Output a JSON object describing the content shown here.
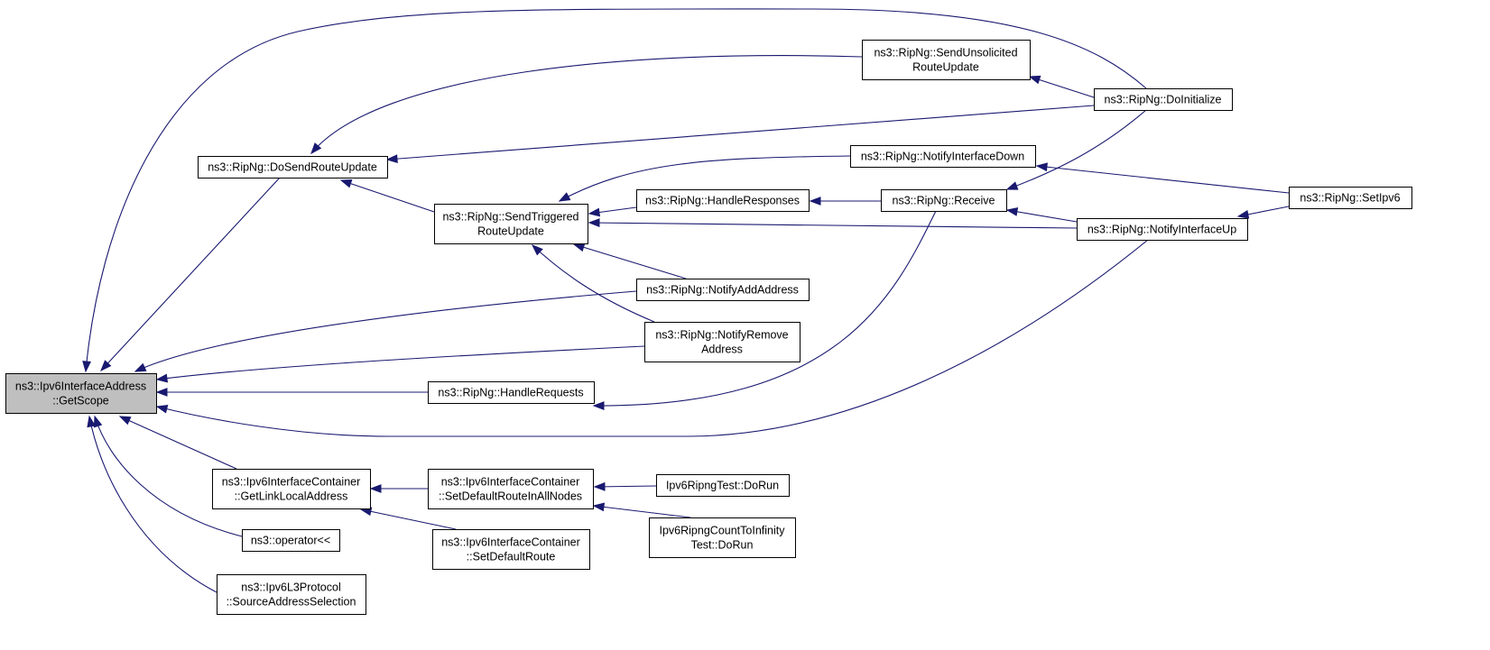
{
  "colors": {
    "edge": "#191970",
    "root_fill": "#bfbfbf",
    "node_fill": "#ffffff",
    "node_border": "#000000"
  },
  "nodes": [
    {
      "id": "getscope",
      "lines": [
        "ns3::Ipv6InterfaceAddress",
        "::GetScope"
      ],
      "root": true
    },
    {
      "id": "dosendrouteupdate",
      "lines": [
        "ns3::RipNg::DoSendRouteUpdate"
      ]
    },
    {
      "id": "sendunsolicited",
      "lines": [
        "ns3::RipNg::SendUnsolicited",
        "RouteUpdate"
      ]
    },
    {
      "id": "doinitialize",
      "lines": [
        "ns3::RipNg::DoInitialize"
      ]
    },
    {
      "id": "notifyifdown",
      "lines": [
        "ns3::RipNg::NotifyInterfaceDown"
      ]
    },
    {
      "id": "sendtriggered",
      "lines": [
        "ns3::RipNg::SendTriggered",
        "RouteUpdate"
      ]
    },
    {
      "id": "handleresponses",
      "lines": [
        "ns3::RipNg::HandleResponses"
      ]
    },
    {
      "id": "receive",
      "lines": [
        "ns3::RipNg::Receive"
      ]
    },
    {
      "id": "setipv6",
      "lines": [
        "ns3::RipNg::SetIpv6"
      ]
    },
    {
      "id": "notifyifup",
      "lines": [
        "ns3::RipNg::NotifyInterfaceUp"
      ]
    },
    {
      "id": "notifyaddaddress",
      "lines": [
        "ns3::RipNg::NotifyAddAddress"
      ]
    },
    {
      "id": "notifyremove",
      "lines": [
        "ns3::RipNg::NotifyRemove",
        "Address"
      ]
    },
    {
      "id": "handlerequests",
      "lines": [
        "ns3::RipNg::HandleRequests"
      ]
    },
    {
      "id": "getlinklocal",
      "lines": [
        "ns3::Ipv6InterfaceContainer",
        "::GetLinkLocalAddress"
      ]
    },
    {
      "id": "setdefaultrouteall",
      "lines": [
        "ns3::Ipv6InterfaceContainer",
        "::SetDefaultRouteInAllNodes"
      ]
    },
    {
      "id": "ripngtestdorun",
      "lines": [
        "Ipv6RipngTest::DoRun"
      ]
    },
    {
      "id": "countinfinity",
      "lines": [
        "Ipv6RipngCountToInfinity",
        "Test::DoRun"
      ]
    },
    {
      "id": "operator",
      "lines": [
        "ns3::operator<<"
      ]
    },
    {
      "id": "setdefaultroute",
      "lines": [
        "ns3::Ipv6InterfaceContainer",
        "::SetDefaultRoute"
      ]
    },
    {
      "id": "sourceaddress",
      "lines": [
        "ns3::Ipv6L3Protocol",
        "::SourceAddressSelection"
      ]
    }
  ],
  "edges": [
    {
      "from": "doinitialize",
      "to": "getscope"
    },
    {
      "from": "dosendrouteupdate",
      "to": "getscope"
    },
    {
      "from": "notifyaddaddress",
      "to": "getscope"
    },
    {
      "from": "notifyremove",
      "to": "getscope"
    },
    {
      "from": "handlerequests",
      "to": "getscope"
    },
    {
      "from": "notifyifup",
      "to": "getscope"
    },
    {
      "from": "getlinklocal",
      "to": "getscope"
    },
    {
      "from": "operator",
      "to": "getscope"
    },
    {
      "from": "sourceaddress",
      "to": "getscope"
    },
    {
      "from": "sendunsolicited",
      "to": "dosendrouteupdate"
    },
    {
      "from": "doinitialize",
      "to": "dosendrouteupdate"
    },
    {
      "from": "sendtriggered",
      "to": "dosendrouteupdate"
    },
    {
      "from": "doinitialize",
      "to": "sendunsolicited"
    },
    {
      "from": "notifyifdown",
      "to": "sendtriggered"
    },
    {
      "from": "handleresponses",
      "to": "sendtriggered"
    },
    {
      "from": "notifyifup",
      "to": "sendtriggered"
    },
    {
      "from": "notifyaddaddress",
      "to": "sendtriggered"
    },
    {
      "from": "notifyremove",
      "to": "sendtriggered"
    },
    {
      "from": "receive",
      "to": "handleresponses"
    },
    {
      "from": "doinitialize",
      "to": "receive"
    },
    {
      "from": "notifyifup",
      "to": "receive"
    },
    {
      "from": "setipv6",
      "to": "notifyifdown"
    },
    {
      "from": "setipv6",
      "to": "notifyifup"
    },
    {
      "from": "receive",
      "to": "handlerequests"
    },
    {
      "from": "setdefaultrouteall",
      "to": "getlinklocal"
    },
    {
      "from": "setdefaultroute",
      "to": "getlinklocal"
    },
    {
      "from": "ripngtestdorun",
      "to": "setdefaultrouteall"
    },
    {
      "from": "countinfinity",
      "to": "setdefaultrouteall"
    }
  ]
}
